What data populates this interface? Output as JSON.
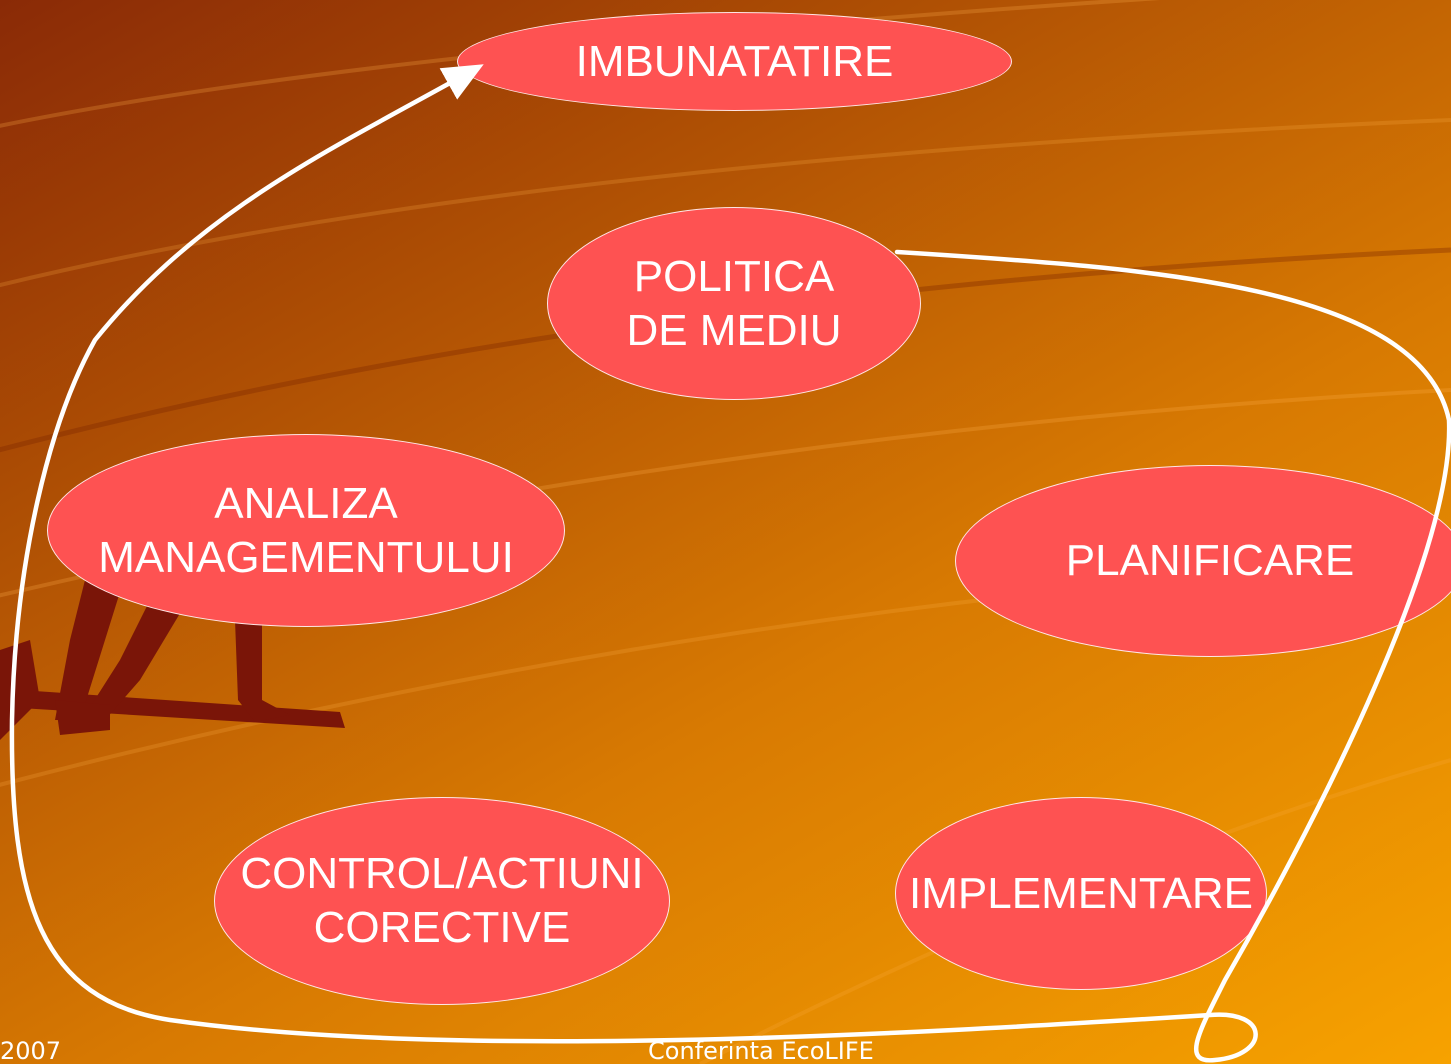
{
  "slide": {
    "background": {
      "start": "#8a2a06",
      "mid": "#d87a02",
      "end": "#f7a200"
    },
    "node_color": "#fe5252",
    "cycle_color": "#ffffff",
    "nodes": {
      "improvement": "IMBUNATATIRE",
      "policy": "POLITICA\nDE MEDIU",
      "planning": "PLANIFICARE",
      "implementation": "IMPLEMENTARE",
      "control": "CONTROL/ACTIUNI\nCORECTIVE",
      "management_review": "ANALIZA\nMANAGEMENTULUI"
    },
    "footer": {
      "date": "2007",
      "event": "Conferinta EcoLIFE"
    }
  }
}
